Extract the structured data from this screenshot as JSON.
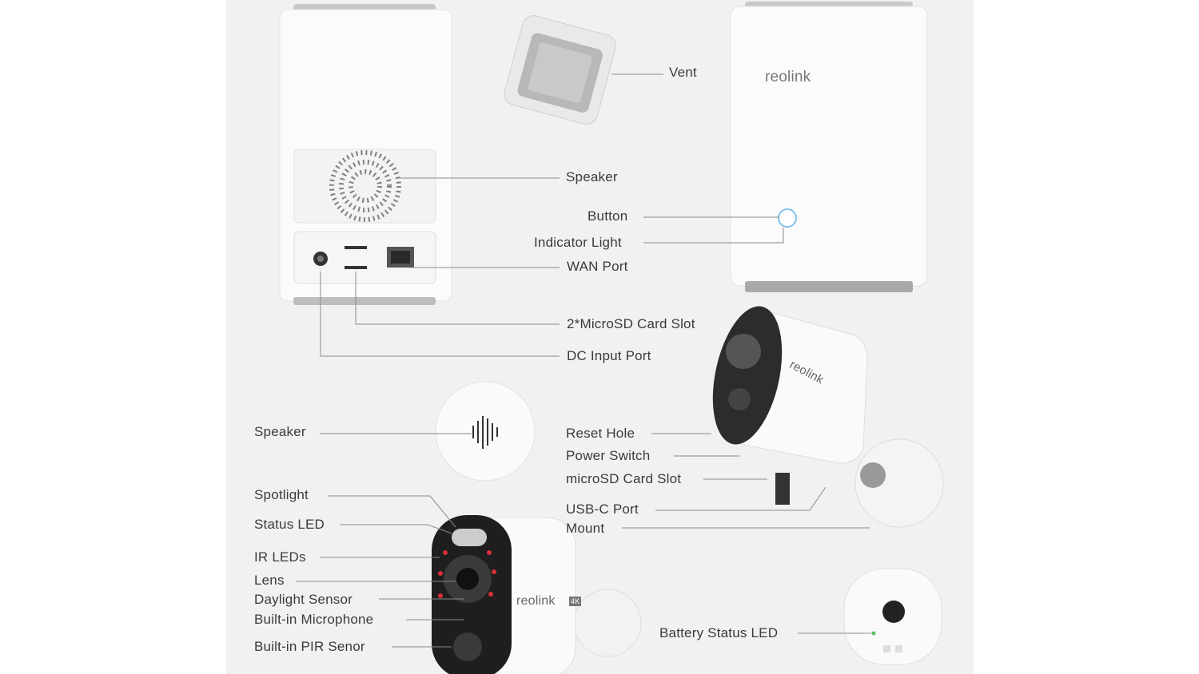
{
  "brand": "reolink",
  "badge": "4K",
  "labels": {
    "vent": "Vent",
    "speaker_hub": "Speaker",
    "button": "Button",
    "indicator_light": "Indicator Light",
    "wan_port": "WAN Port",
    "microsd_slots": "2*MicroSD Card Slot",
    "dc_input": "DC Input Port",
    "speaker_cam": "Speaker",
    "reset_hole": "Reset Hole",
    "power_switch": "Power Switch",
    "microsd_slot": "microSD Card Slot",
    "usbc_port": "USB-C Port",
    "mount": "Mount",
    "spotlight": "Spotlight",
    "status_led": "Status LED",
    "ir_leds": "IR LEDs",
    "lens": "Lens",
    "daylight_sensor": "Daylight Sensor",
    "microphone": "Built-in Microphone",
    "pir_sensor": "Built-in PIR Senor",
    "battery_led": "Battery Status LED"
  }
}
